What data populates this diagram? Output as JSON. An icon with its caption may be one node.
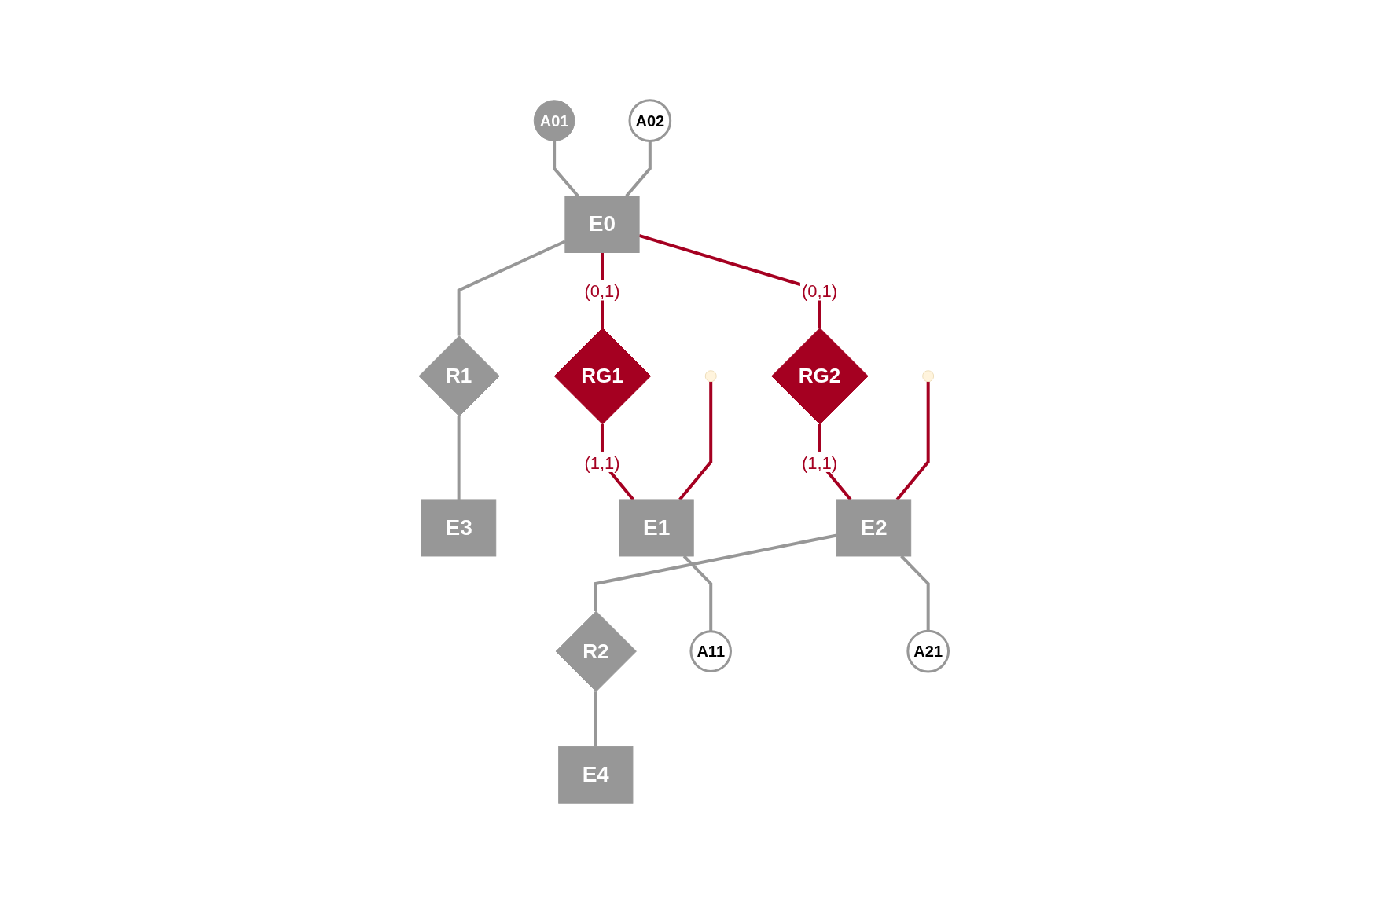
{
  "diagram": {
    "nodes": [
      {
        "text": [
          "A01"
        ]
      },
      {
        "text": [
          "A02"
        ]
      },
      {
        "text": [
          "E0"
        ]
      },
      {
        "text": [
          "R1"
        ]
      },
      {
        "text": [
          "E3"
        ]
      },
      {
        "text": [
          "RG1"
        ]
      },
      {
        "text": [
          "RG2"
        ]
      },
      {
        "text": [
          "E1"
        ]
      },
      {
        "text": [
          "E2"
        ]
      },
      {
        "text": [
          "R2"
        ]
      },
      {
        "text": [
          "A11"
        ]
      },
      {
        "text": [
          "A21"
        ]
      },
      {
        "text": [
          "E4"
        ]
      },
      {
        "text": [],
        "shape": "circle"
      },
      {
        "text": [],
        "shape": "circle"
      }
    ],
    "edges": [
      {
        "from": 0,
        "to": 2,
        "arrow": "none"
      },
      {
        "from": 1,
        "to": 2,
        "arrow": "none"
      },
      {
        "from": 2,
        "to": 3,
        "arrow": "none"
      },
      {
        "from": 3,
        "to": 4,
        "arrow": "none"
      },
      {
        "from": 2,
        "to": 5,
        "arrow": "none",
        "label": "(0,1)",
        "color": "#a50021"
      },
      {
        "from": 5,
        "to": 7,
        "arrow": "none",
        "label": "(1,1)",
        "color": "#a50021"
      },
      {
        "from": 2,
        "to": 6,
        "arrow": "none",
        "label": "(0,1)",
        "color": "#a50021"
      },
      {
        "from": 6,
        "to": 8,
        "arrow": "none",
        "label": "(1,1)",
        "color": "#a50021"
      },
      {
        "from": 7,
        "to": 10,
        "arrow": "none"
      },
      {
        "from": 8,
        "to": 11,
        "arrow": "none"
      },
      {
        "from": 8,
        "to": 9,
        "arrow": "none"
      },
      {
        "from": 9,
        "to": 12,
        "arrow": "none"
      },
      {
        "from": 13,
        "to": 7,
        "arrow": "none",
        "color": "#a50021"
      },
      {
        "from": 14,
        "to": 8,
        "arrow": "none",
        "color": "#a50021"
      }
    ]
  }
}
